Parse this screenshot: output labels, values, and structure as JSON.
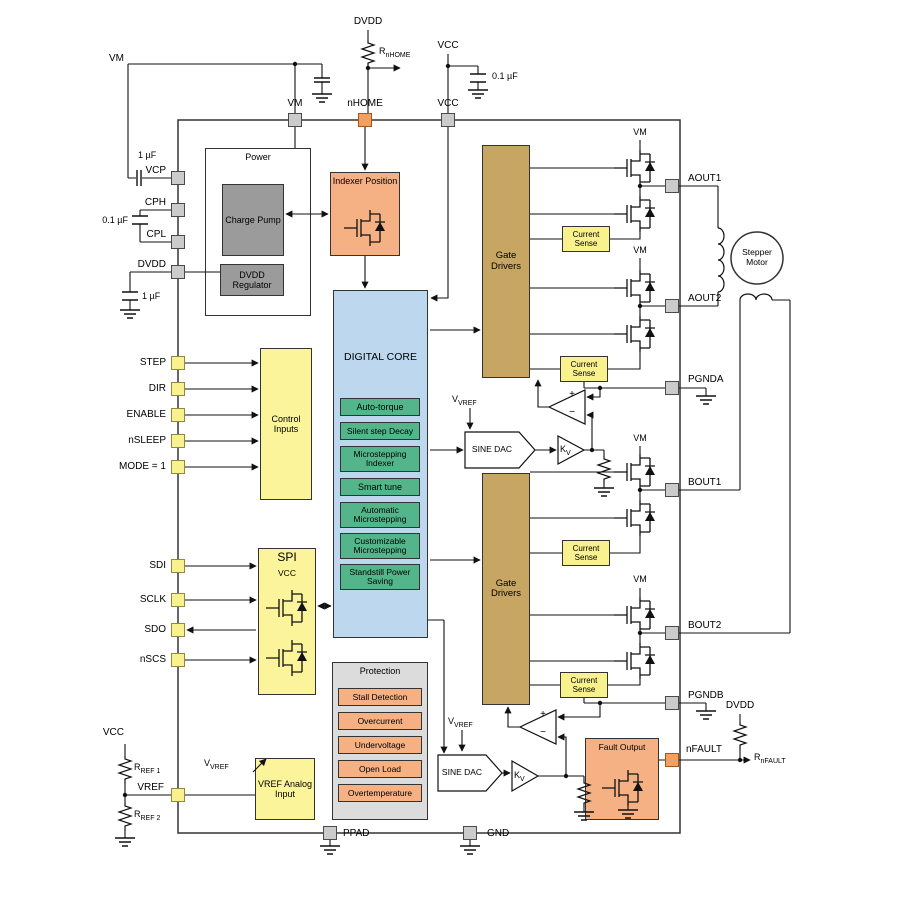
{
  "pins": {
    "vm": "VM",
    "nhome": "nHOME",
    "vcc": "VCC",
    "vcp": "VCP",
    "cph": "CPH",
    "cpl": "CPL",
    "dvdd": "DVDD",
    "step": "STEP",
    "dir": "DIR",
    "enable": "ENABLE",
    "nsleep": "nSLEEP",
    "mode": "MODE = 1",
    "sdi": "SDI",
    "sclk": "SCLK",
    "sdo": "SDO",
    "nscs": "nSCS",
    "vref": "VREF",
    "aout1": "AOUT1",
    "aout2": "AOUT2",
    "pgnda": "PGNDA",
    "bout1": "BOUT1",
    "bout2": "BOUT2",
    "pgndb": "PGNDB",
    "nfault": "nFAULT",
    "ppad": "PPAD",
    "gnd": "GND"
  },
  "external": {
    "vm_supply": "VM",
    "dvdd_rail": "DVDD",
    "vcc_supply": "VCC",
    "vcc_ref": "VCC",
    "dvdd_fault_rail": "DVDD",
    "cap_vcc": "0.1 µF",
    "cap_vcp": "1 µF",
    "cap_flying": "0.1 µF",
    "cap_dvdd": "1 µF",
    "r_nhome": {
      "base": "R",
      "sub": "nHOME"
    },
    "r_ref1": {
      "base": "R",
      "sub": "REF 1"
    },
    "r_ref2": {
      "base": "R",
      "sub": "REF 2"
    },
    "r_nfault": {
      "base": "R",
      "sub": "nFAULT"
    }
  },
  "blocks": {
    "power": "Power",
    "charge_pump": "Charge Pump",
    "dvdd_regulator": "DVDD Regulator",
    "indexer_position": "Indexer Position",
    "control_inputs": "Control Inputs",
    "digital_core": "DIGITAL CORE",
    "core_features": [
      "Auto-torque",
      "Silent step Decay",
      "Microstepping Indexer",
      "Smart tune",
      "Automatic Microstepping",
      "Customizable Microstepping",
      "Standstill Power Saving"
    ],
    "spi": "SPI",
    "spi_vcc": "VCC",
    "protection": "Protection",
    "protection_items": [
      "Stall Detection",
      "Overcurrent",
      "Undervoltage",
      "Open Load",
      "Overtemperature"
    ],
    "vref_analog_input": "VREF Analog Input",
    "gate_drivers": [
      "Gate Drivers",
      "Gate Drivers"
    ],
    "current_sense": [
      "Current Sense",
      "Current Sense",
      "Current Sense",
      "Current Sense"
    ],
    "sine_dac": [
      "SINE DAC",
      "SINE DAC"
    ],
    "kv": [
      {
        "base": "K",
        "sub": "V"
      },
      {
        "base": "K",
        "sub": "V"
      }
    ],
    "fault_output": "Fault Output",
    "stepper_motor": "Stepper Motor"
  },
  "labels": {
    "vm_rails": [
      "VM",
      "VM",
      "VM",
      "VM"
    ],
    "vvref": {
      "base": "V",
      "sub": "VREF"
    },
    "comp_plus": "+",
    "comp_minus": "−"
  }
}
